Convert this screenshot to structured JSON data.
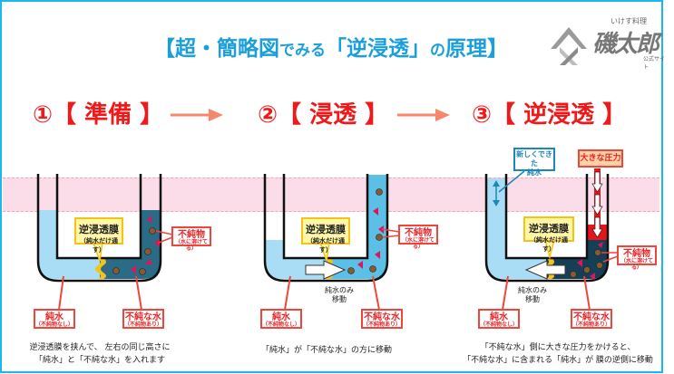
{
  "title": {
    "open": "【",
    "part1": "超・簡略図",
    "part2": "でみる",
    "part3": "「逆浸透」",
    "part4": "の",
    "part5": "原理",
    "close": "】"
  },
  "logo": {
    "kana": "いけす料理",
    "name": "磯太郎",
    "sub": "公式サイト"
  },
  "colors": {
    "frame": "#1ab8ec",
    "title": "#1a9fdb",
    "step": "#f01818",
    "arrow": "#f7876a",
    "pure_water": "#a9ddf6",
    "impure_water_dark": "#2b6b86",
    "impure_water_light": "#5bbfe6",
    "membrane": "#f5c21a",
    "pressure_red": "#e8141c"
  },
  "steps": [
    {
      "label": "①【 準備 】",
      "membrane_label": "逆浸透膜",
      "membrane_sub": "（純水だけ通す）",
      "impurity_label": "不純物",
      "impurity_sub": "（水に溶けてる）",
      "pure_label": "純水",
      "pure_sub": "（不純物なし）",
      "impure_label": "不純な水",
      "impure_sub": "（不純物あり）",
      "caption_lines": [
        "逆浸透膜を挟んで、 左右の同じ高さに",
        "「純水」と「不純な水」を入れます"
      ]
    },
    {
      "label": "②【 浸透 】",
      "membrane_label": "逆浸透膜",
      "membrane_sub": "（純水だけ通す）",
      "impurity_label": "不純物",
      "impurity_sub": "（水に溶けてる）",
      "flow_note_lines": [
        "純水のみ",
        "移動"
      ],
      "pure_label": "純水",
      "pure_sub": "（不純物なし）",
      "impure_label": "不純な水",
      "impure_sub": "（不純物あり）",
      "caption_lines": [
        "「純水」が「不純な水」の方に移動"
      ]
    },
    {
      "label": "③【 逆浸透 】",
      "new_water_lines": [
        "新しくできた",
        "純水"
      ],
      "pressure_label": "大きな圧力",
      "membrane_label": "逆浸透膜",
      "membrane_sub": "（純水だけ通す）",
      "impurity_label": "不純物",
      "impurity_sub": "（水に溶けてる）",
      "flow_note_lines": [
        "純水のみ",
        "移動"
      ],
      "pure_label": "純水",
      "pure_sub": "（不純物なし）",
      "impure_label": "不純な水",
      "impure_sub": "（不純物あり）",
      "caption_lines": [
        "「不純な水」側に大きな圧力をかけると、",
        "「不純な水」に含まれる「純水」が 膜の逆側に移動"
      ]
    }
  ]
}
